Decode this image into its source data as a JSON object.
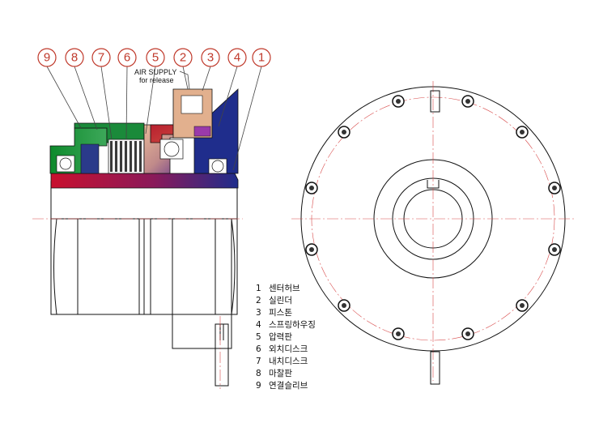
{
  "callouts": [
    "9",
    "8",
    "7",
    "6",
    "5",
    "2",
    "3",
    "4",
    "1"
  ],
  "air_supply": {
    "line1": "AIR SUPPLY",
    "line2": "for release"
  },
  "legend": [
    {
      "num": "1",
      "label": "센터허브"
    },
    {
      "num": "2",
      "label": "실린더"
    },
    {
      "num": "3",
      "label": "피스톤"
    },
    {
      "num": "4",
      "label": "스프링하우징"
    },
    {
      "num": "5",
      "label": "압력판"
    },
    {
      "num": "6",
      "label": "외치디스크"
    },
    {
      "num": "7",
      "label": "내치디스크"
    },
    {
      "num": "8",
      "label": "마찰판"
    },
    {
      "num": "9",
      "label": "연결슬리브"
    }
  ],
  "colors": {
    "callout": "#c0392b",
    "center_hub": "#1f2d8c",
    "sleeve": "#1a9a3a",
    "cylinder": "#c0182a",
    "piston": "#e8b899",
    "housing": "#7a1a8c",
    "discs": "#3a3a3a"
  }
}
